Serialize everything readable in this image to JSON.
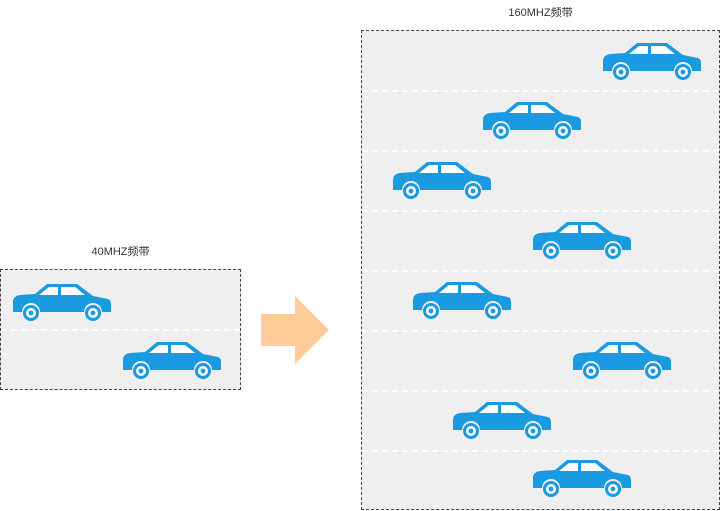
{
  "diagram": {
    "left_band": {
      "label": "40MHZ频带",
      "lanes": 2,
      "car_icon": "car-icon",
      "car_count": 2
    },
    "right_band": {
      "label": "160MHZ频带",
      "lanes": 8,
      "car_icon": "car-icon",
      "car_count": 8
    },
    "arrow_icon": "right-arrow-icon",
    "colors": {
      "car": "#1a9ae0",
      "band_fill": "#efefef",
      "band_border": "#444444",
      "lane_divider": "#ffffff",
      "arrow": "#ffcc99"
    }
  }
}
